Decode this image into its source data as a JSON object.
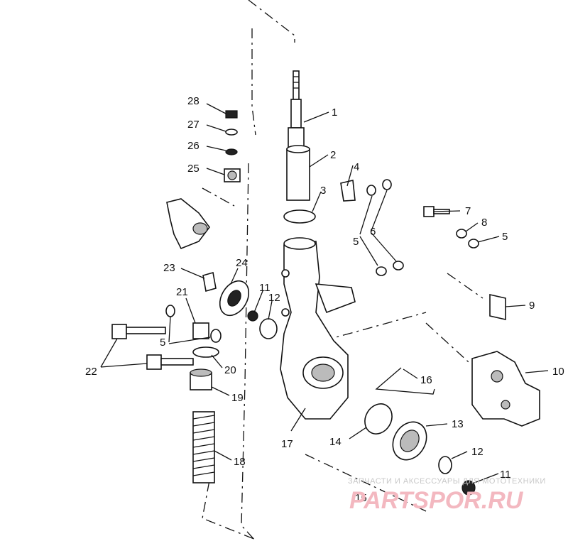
{
  "callouts": [
    "1",
    "2",
    "3",
    "4",
    "5",
    "6",
    "7",
    "8",
    "5",
    "9",
    "28",
    "27",
    "26",
    "25",
    "23",
    "24",
    "21",
    "11",
    "12",
    "5",
    "22",
    "20",
    "19",
    "18",
    "16",
    "10",
    "17",
    "14",
    "13",
    "12",
    "11",
    "15"
  ],
  "watermark": {
    "tagline": "ЗАПЧАСТИ И АКСЕССУАРЫ ДЛЯ МОТОТЕХНИКИ",
    "brand": "PARTSPOR.RU"
  }
}
